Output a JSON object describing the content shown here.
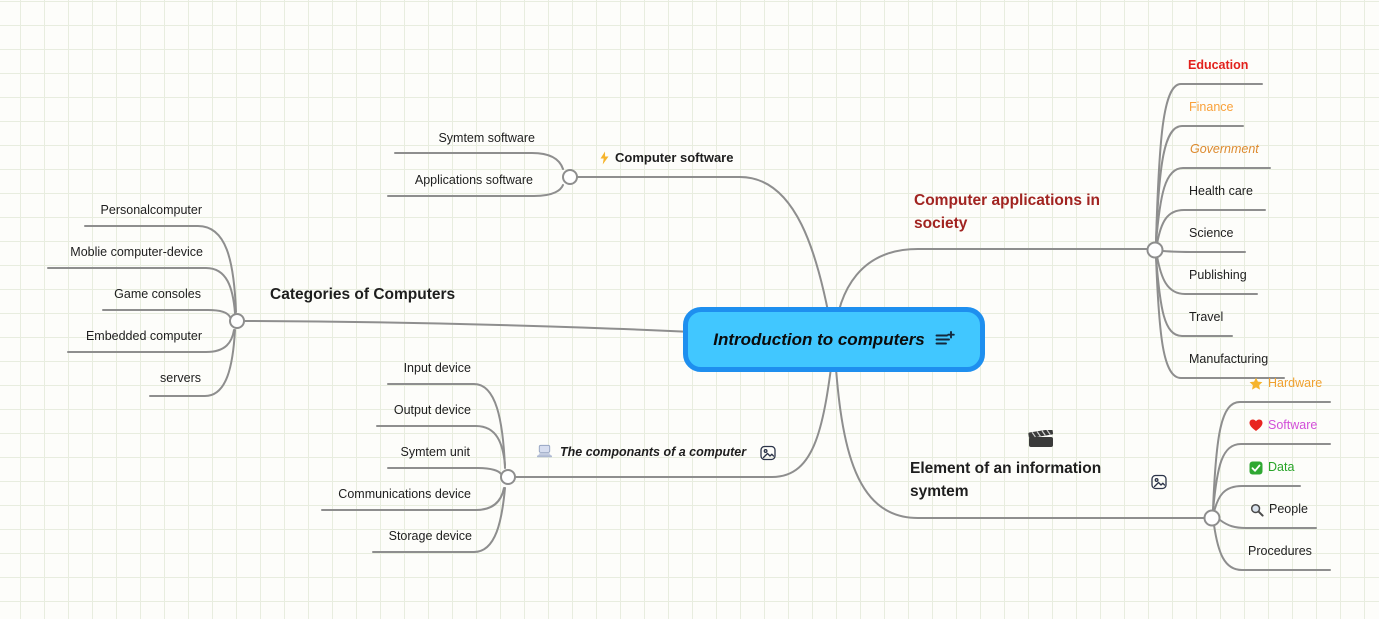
{
  "root": {
    "label": "Introduction to computers",
    "icon": "notes-add-icon"
  },
  "branches": [
    {
      "label": "Computer software",
      "icon": "lightning-icon",
      "children": [
        {
          "label": "Symtem software"
        },
        {
          "label": "Applications software"
        }
      ]
    },
    {
      "label": "Categories of Computers",
      "children": [
        {
          "label": "Personalcomputer"
        },
        {
          "label": "Moblie computer-device"
        },
        {
          "label": "Game consoles"
        },
        {
          "label": "Embedded computer"
        },
        {
          "label": "servers"
        }
      ]
    },
    {
      "label": "The componants of a computer",
      "icons": [
        "laptop-icon",
        "image-icon"
      ],
      "children": [
        {
          "label": "Input device"
        },
        {
          "label": "Output device"
        },
        {
          "label": "Symtem unit"
        },
        {
          "label": "Communications device"
        },
        {
          "label": "Storage device"
        }
      ]
    },
    {
      "label": "Computer applications in society",
      "color": "#A12421",
      "children": [
        {
          "label": "Education",
          "color": "#E2211C",
          "bold": true
        },
        {
          "label": "Finance",
          "color": "#F9A13A"
        },
        {
          "label": "Government",
          "color": "#DD8A2E",
          "italic": true
        },
        {
          "label": "Health care"
        },
        {
          "label": "Science"
        },
        {
          "label": "Publishing"
        },
        {
          "label": "Travel"
        },
        {
          "label": "Manufacturing"
        }
      ]
    },
    {
      "label": "Element of an information symtem",
      "icons": [
        "clapperboard-icon",
        "image-icon"
      ],
      "children": [
        {
          "label": "Hardware",
          "icon": "star-icon",
          "color": "#F0A12F"
        },
        {
          "label": "Software",
          "icon": "heart-icon",
          "color": "#D24FD8"
        },
        {
          "label": "Data",
          "icon": "check-icon",
          "color": "#28A428"
        },
        {
          "label": "People",
          "icon": "magnifier-icon"
        },
        {
          "label": "Procedures"
        }
      ]
    }
  ],
  "colors": {
    "background": "#FDFDFA",
    "grid_line": "#E8EDDF",
    "connector": "#8E8E8E",
    "root_fill": "#41C7FF",
    "root_border": "#1E8FEF"
  }
}
